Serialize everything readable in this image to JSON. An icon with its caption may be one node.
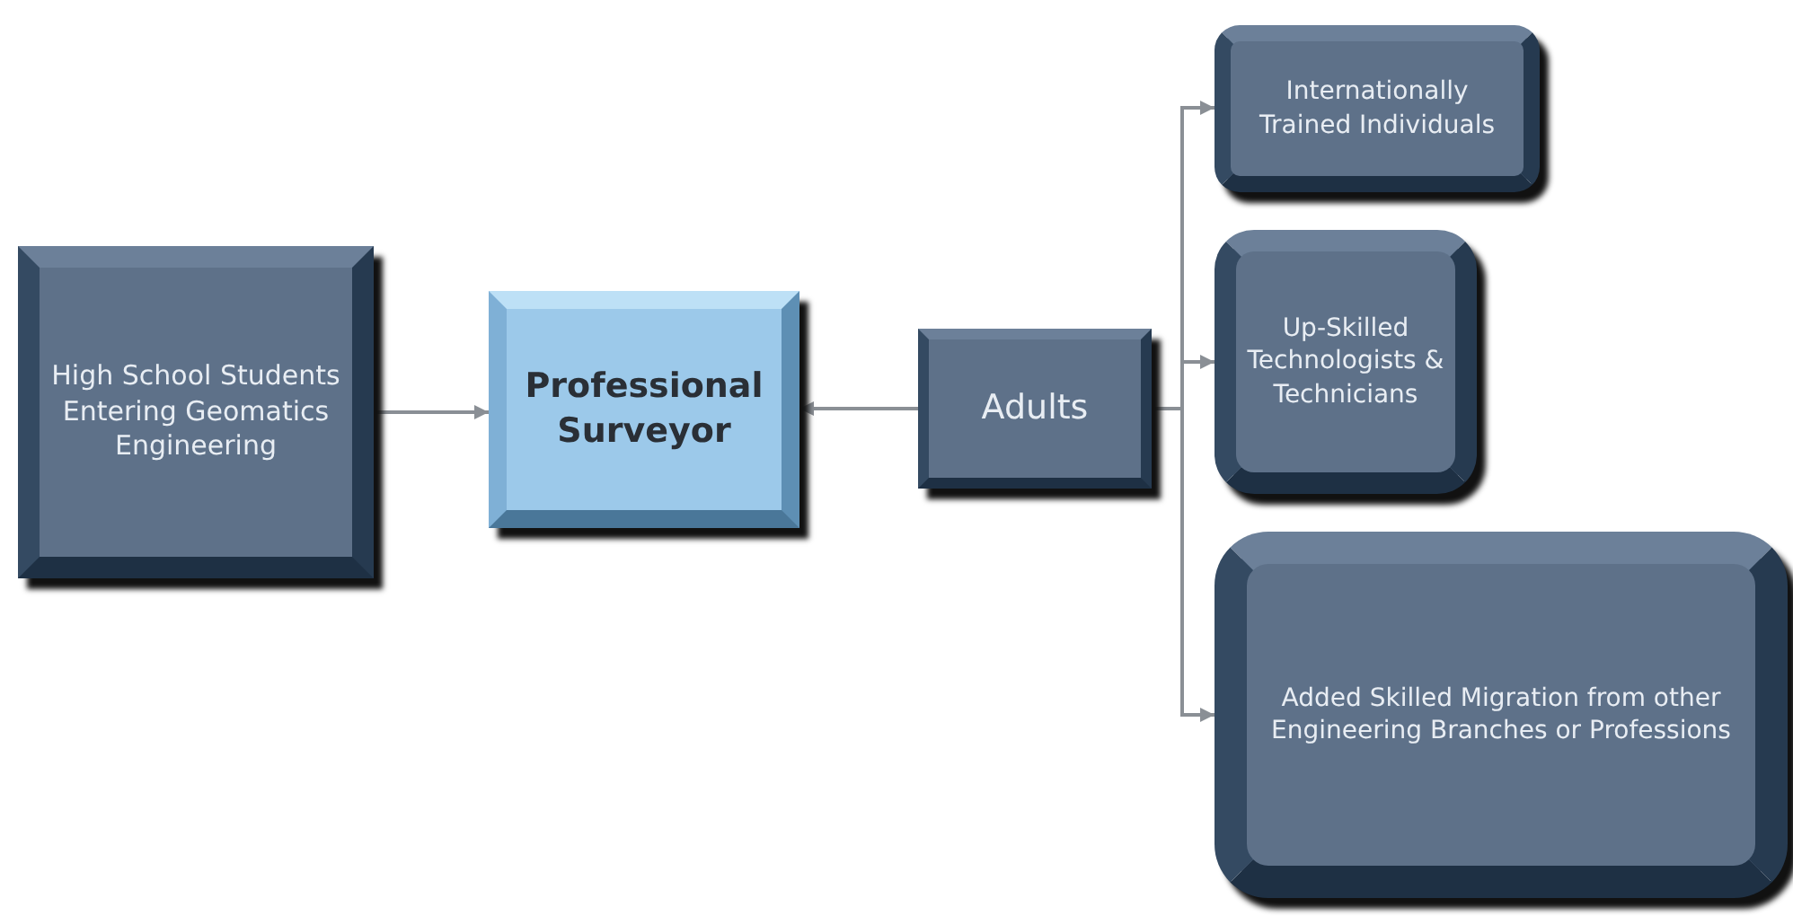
{
  "diagram": {
    "nodes": [
      {
        "text": [
          "High School Students Entering Geomatics Engineering"
        ]
      },
      {
        "text": [
          "Professional Surveyor"
        ]
      },
      {
        "text": [
          "Adults"
        ]
      },
      {
        "text": [
          "Internationally Trained Individuals"
        ]
      },
      {
        "text": [
          "Up-Skilled Technologists & Technicians"
        ]
      },
      {
        "text": [
          "Added Skilled Migration from other Engineering Branches or Professions"
        ]
      }
    ],
    "edges": [
      {
        "from": 0,
        "to": 1,
        "arrow": "to"
      },
      {
        "from": 2,
        "to": 1,
        "arrow": "to"
      },
      {
        "from": 2,
        "to": 3,
        "arrow": "to"
      },
      {
        "from": 2,
        "to": 4,
        "arrow": "to"
      },
      {
        "from": 2,
        "to": 5,
        "arrow": "to"
      }
    ]
  }
}
